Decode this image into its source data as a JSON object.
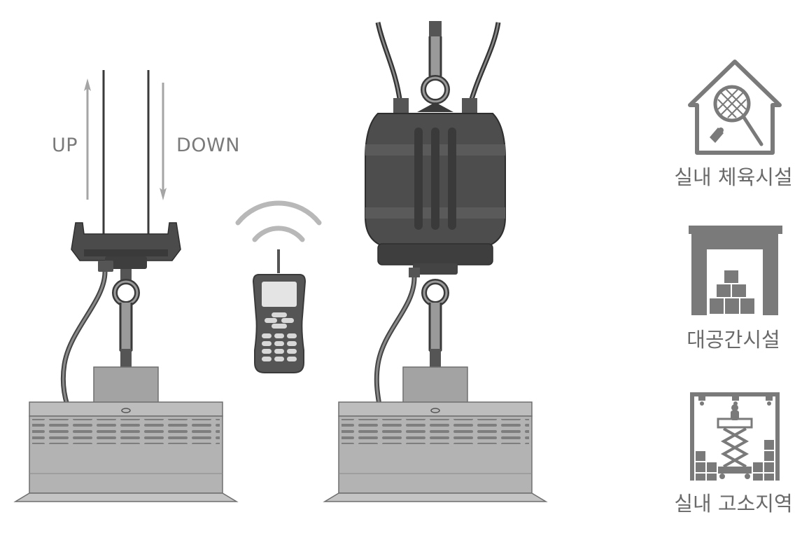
{
  "labels": {
    "up": "UP",
    "down": "DOWN"
  },
  "applications": [
    {
      "label": "실내 체육시설",
      "icon": "badminton-house-icon"
    },
    {
      "label": "대공간시설",
      "icon": "warehouse-boxes-icon"
    },
    {
      "label": "실내 고소지역",
      "icon": "scissor-lift-icon"
    }
  ],
  "colors": {
    "dark": "#4a4a4a",
    "darker": "#333333",
    "mid": "#8e8e8e",
    "light": "#b5b5b5",
    "arrow": "#9a9a9a",
    "text": "#6a6a6a"
  }
}
